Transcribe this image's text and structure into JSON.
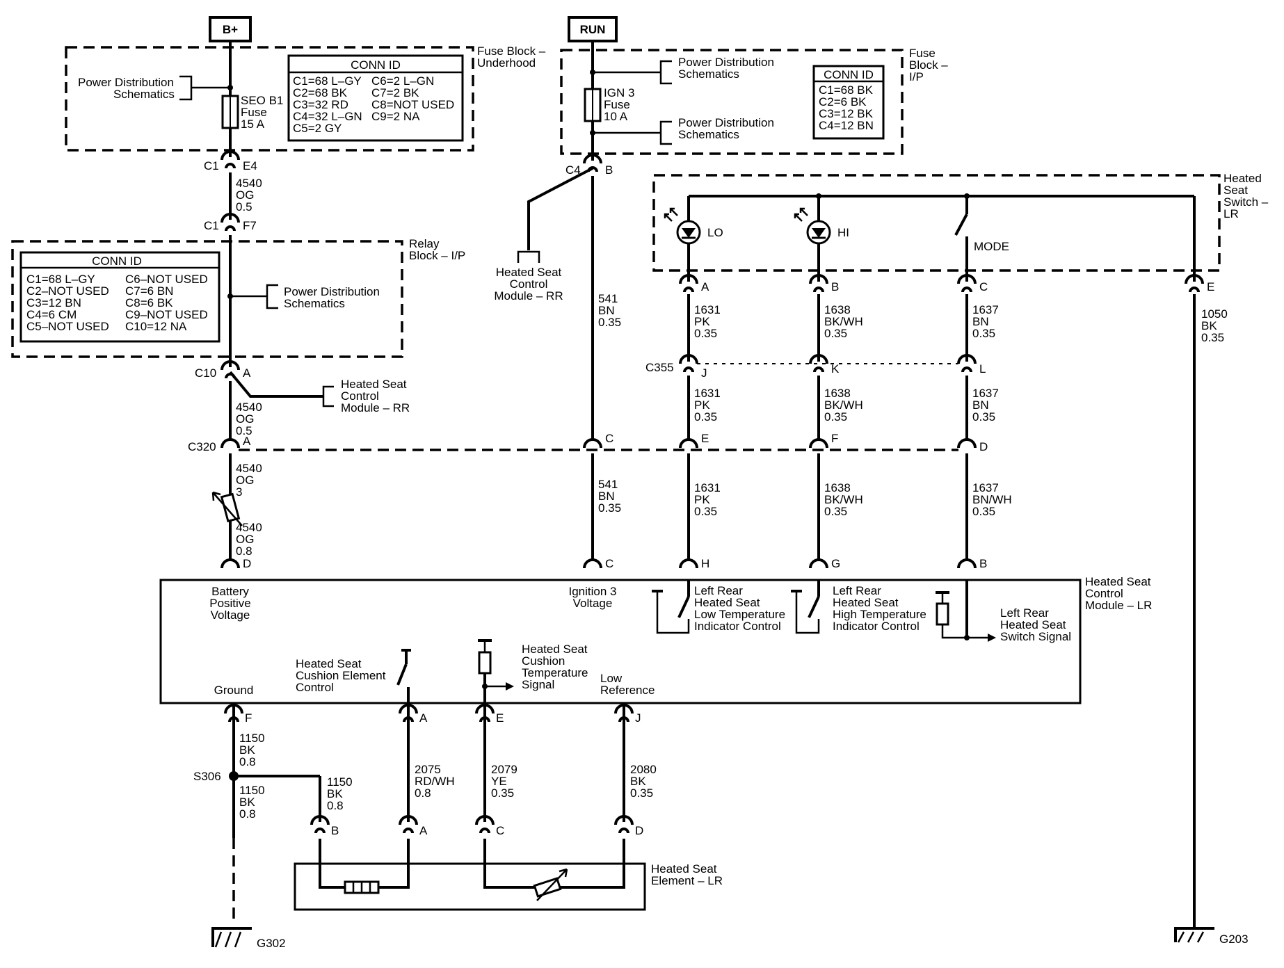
{
  "sources": {
    "bplus": "B+",
    "run": "RUN"
  },
  "fuse_block_underhood": {
    "title1": "Fuse Block –",
    "title2": "Underhood",
    "pds1": "Power Distribution",
    "pds2": "Schematics",
    "fuse1": "SEO B1",
    "fuse2": "Fuse",
    "fuse3": "15 A",
    "conn_title": "CONN ID",
    "conn_rows": [
      [
        "C1=68 L–GY",
        "C6=2 L–GN"
      ],
      [
        "C2=68 BK",
        "C7=2 BK"
      ],
      [
        "C3=32 RD",
        "C8=NOT USED"
      ],
      [
        "C4=32 L–GN",
        "C9=2 NA"
      ],
      [
        "C5=2 GY",
        ""
      ]
    ]
  },
  "fuse_block_ip": {
    "title1": "Fuse",
    "title2": "Block –",
    "title3": "I/P",
    "pds_a1": "Power Distribution",
    "pds_a2": "Schematics",
    "pds_b1": "Power Distribution",
    "pds_b2": "Schematics",
    "fuse1": "IGN 3",
    "fuse2": "Fuse",
    "fuse3": "10 A",
    "conn_title": "CONN ID",
    "conn_rows": [
      "C1=68 BK",
      "C2=6 BK",
      "C3=12 BK",
      "C4=12 BN"
    ]
  },
  "relay_block": {
    "title1": "Relay",
    "title2": "Block – I/P",
    "pds1": "Power Distribution",
    "pds2": "Schematics",
    "conn_title": "CONN ID",
    "conn_rows": [
      [
        "C1=68 L–GY",
        "C6–NOT USED"
      ],
      [
        "C2–NOT USED",
        "C7=6 BN"
      ],
      [
        "C3=12 BN",
        "C8=6 BK"
      ],
      [
        "C4=6 CM",
        "C9–NOT USED"
      ],
      [
        "C5–NOT USED",
        "C10=12 NA"
      ]
    ]
  },
  "switch": {
    "title1": "Heated",
    "title2": "Seat",
    "title3": "Switch –",
    "title4": "LR",
    "lo": "LO",
    "hi": "HI",
    "mode": "MODE"
  },
  "hscm_rr_1": [
    "Heated Seat",
    "Control",
    "Module – RR"
  ],
  "hscm_rr_2": [
    "Heated Seat",
    "Control",
    "Module – RR"
  ],
  "module": {
    "title": [
      "Heated Seat",
      "Control",
      "Module – LR"
    ],
    "bpv": [
      "Battery",
      "Positive",
      "Voltage"
    ],
    "ign": [
      "Ignition 3",
      "Voltage"
    ],
    "lo_ind": [
      "Left Rear",
      "Heated Seat",
      "Low Temperature",
      "Indicator Control"
    ],
    "hi_ind": [
      "Left Rear",
      "Heated Seat",
      "High Temperature",
      "Indicator Control"
    ],
    "sw_sig": [
      "Left Rear",
      "Heated Seat",
      "Switch Signal"
    ],
    "ground": "Ground",
    "elem_ctrl": [
      "Heated Seat",
      "Cushion Element",
      "Control"
    ],
    "temp_sig": [
      "Heated Seat",
      "Cushion",
      "Temperature",
      "Signal"
    ],
    "low_ref": [
      "Low",
      "Reference"
    ]
  },
  "element": {
    "title": [
      "Heated Seat",
      "Element – LR"
    ]
  },
  "grounds": {
    "g302": "G302",
    "g203": "G203",
    "s306": "S306"
  },
  "connectors": {
    "c1": "C1",
    "e4": "E4",
    "f7": "F7",
    "c4": "C4",
    "b": "B",
    "c10": "C10",
    "a": "A",
    "c320": "C320",
    "c355": "C355",
    "d": "D",
    "c": "C",
    "e": "E",
    "f": "F",
    "h": "H",
    "g": "G",
    "j": "J",
    "k": "K",
    "l": "L"
  },
  "wires": {
    "w4540_1": [
      "4540",
      "OG",
      "0.5"
    ],
    "w4540_2": [
      "4540",
      "OG",
      "0.5"
    ],
    "w4540_3": [
      "4540",
      "OG",
      "3"
    ],
    "w4540_4": [
      "4540",
      "OG",
      "0.8"
    ],
    "w541_1": [
      "541",
      "BN",
      "0.35"
    ],
    "w541_2": [
      "541",
      "BN",
      "0.35"
    ],
    "w1631_1": [
      "1631",
      "PK",
      "0.35"
    ],
    "w1631_2": [
      "1631",
      "PK",
      "0.35"
    ],
    "w1631_3": [
      "1631",
      "PK",
      "0.35"
    ],
    "w1638_1": [
      "1638",
      "BK/WH",
      "0.35"
    ],
    "w1638_2": [
      "1638",
      "BK/WH",
      "0.35"
    ],
    "w1638_3": [
      "1638",
      "BK/WH",
      "0.35"
    ],
    "w1637_1": [
      "1637",
      "BN",
      "0.35"
    ],
    "w1637_2": [
      "1637",
      "BN",
      "0.35"
    ],
    "w1637_3": [
      "1637",
      "BN/WH",
      "0.35"
    ],
    "w1050": [
      "1050",
      "BK",
      "0.35"
    ],
    "w1150_1": [
      "1150",
      "BK",
      "0.8"
    ],
    "w1150_2": [
      "1150",
      "BK",
      "0.8"
    ],
    "w1150_3": [
      "1150",
      "BK",
      "0.8"
    ],
    "w2075": [
      "2075",
      "RD/WH",
      "0.8"
    ],
    "w2079": [
      "2079",
      "YE",
      "0.35"
    ],
    "w2080": [
      "2080",
      "BK",
      "0.35"
    ]
  }
}
